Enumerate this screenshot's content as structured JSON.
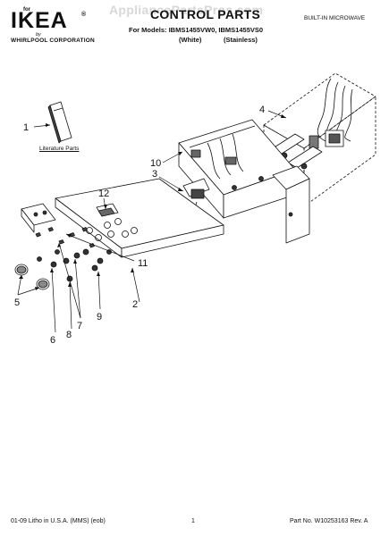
{
  "header": {
    "brand_for": "for",
    "brand": "IKEA",
    "registered": "®",
    "brand_by": "by",
    "manufacturer": "WHIRLPOOL CORPORATION",
    "title": "CONTROL PARTS",
    "category": "BUILT-IN MICROWAVE",
    "models_line": "For Models: IBMS1455VW0, IBMS1455VS0",
    "variants": [
      "(White)",
      "(Stainless)"
    ],
    "watermark": "AppliancePartsPros.com"
  },
  "diagram": {
    "literature_label": "Literature Parts",
    "callouts": [
      "1",
      "2",
      "3",
      "4",
      "5",
      "6",
      "7",
      "8",
      "9",
      "10",
      "11",
      "12"
    ]
  },
  "footer": {
    "left": "01-09 Litho in U.S.A. (MMS) (eob)",
    "page": "1",
    "part_number": "Part No. W10253163 Rev. A"
  }
}
